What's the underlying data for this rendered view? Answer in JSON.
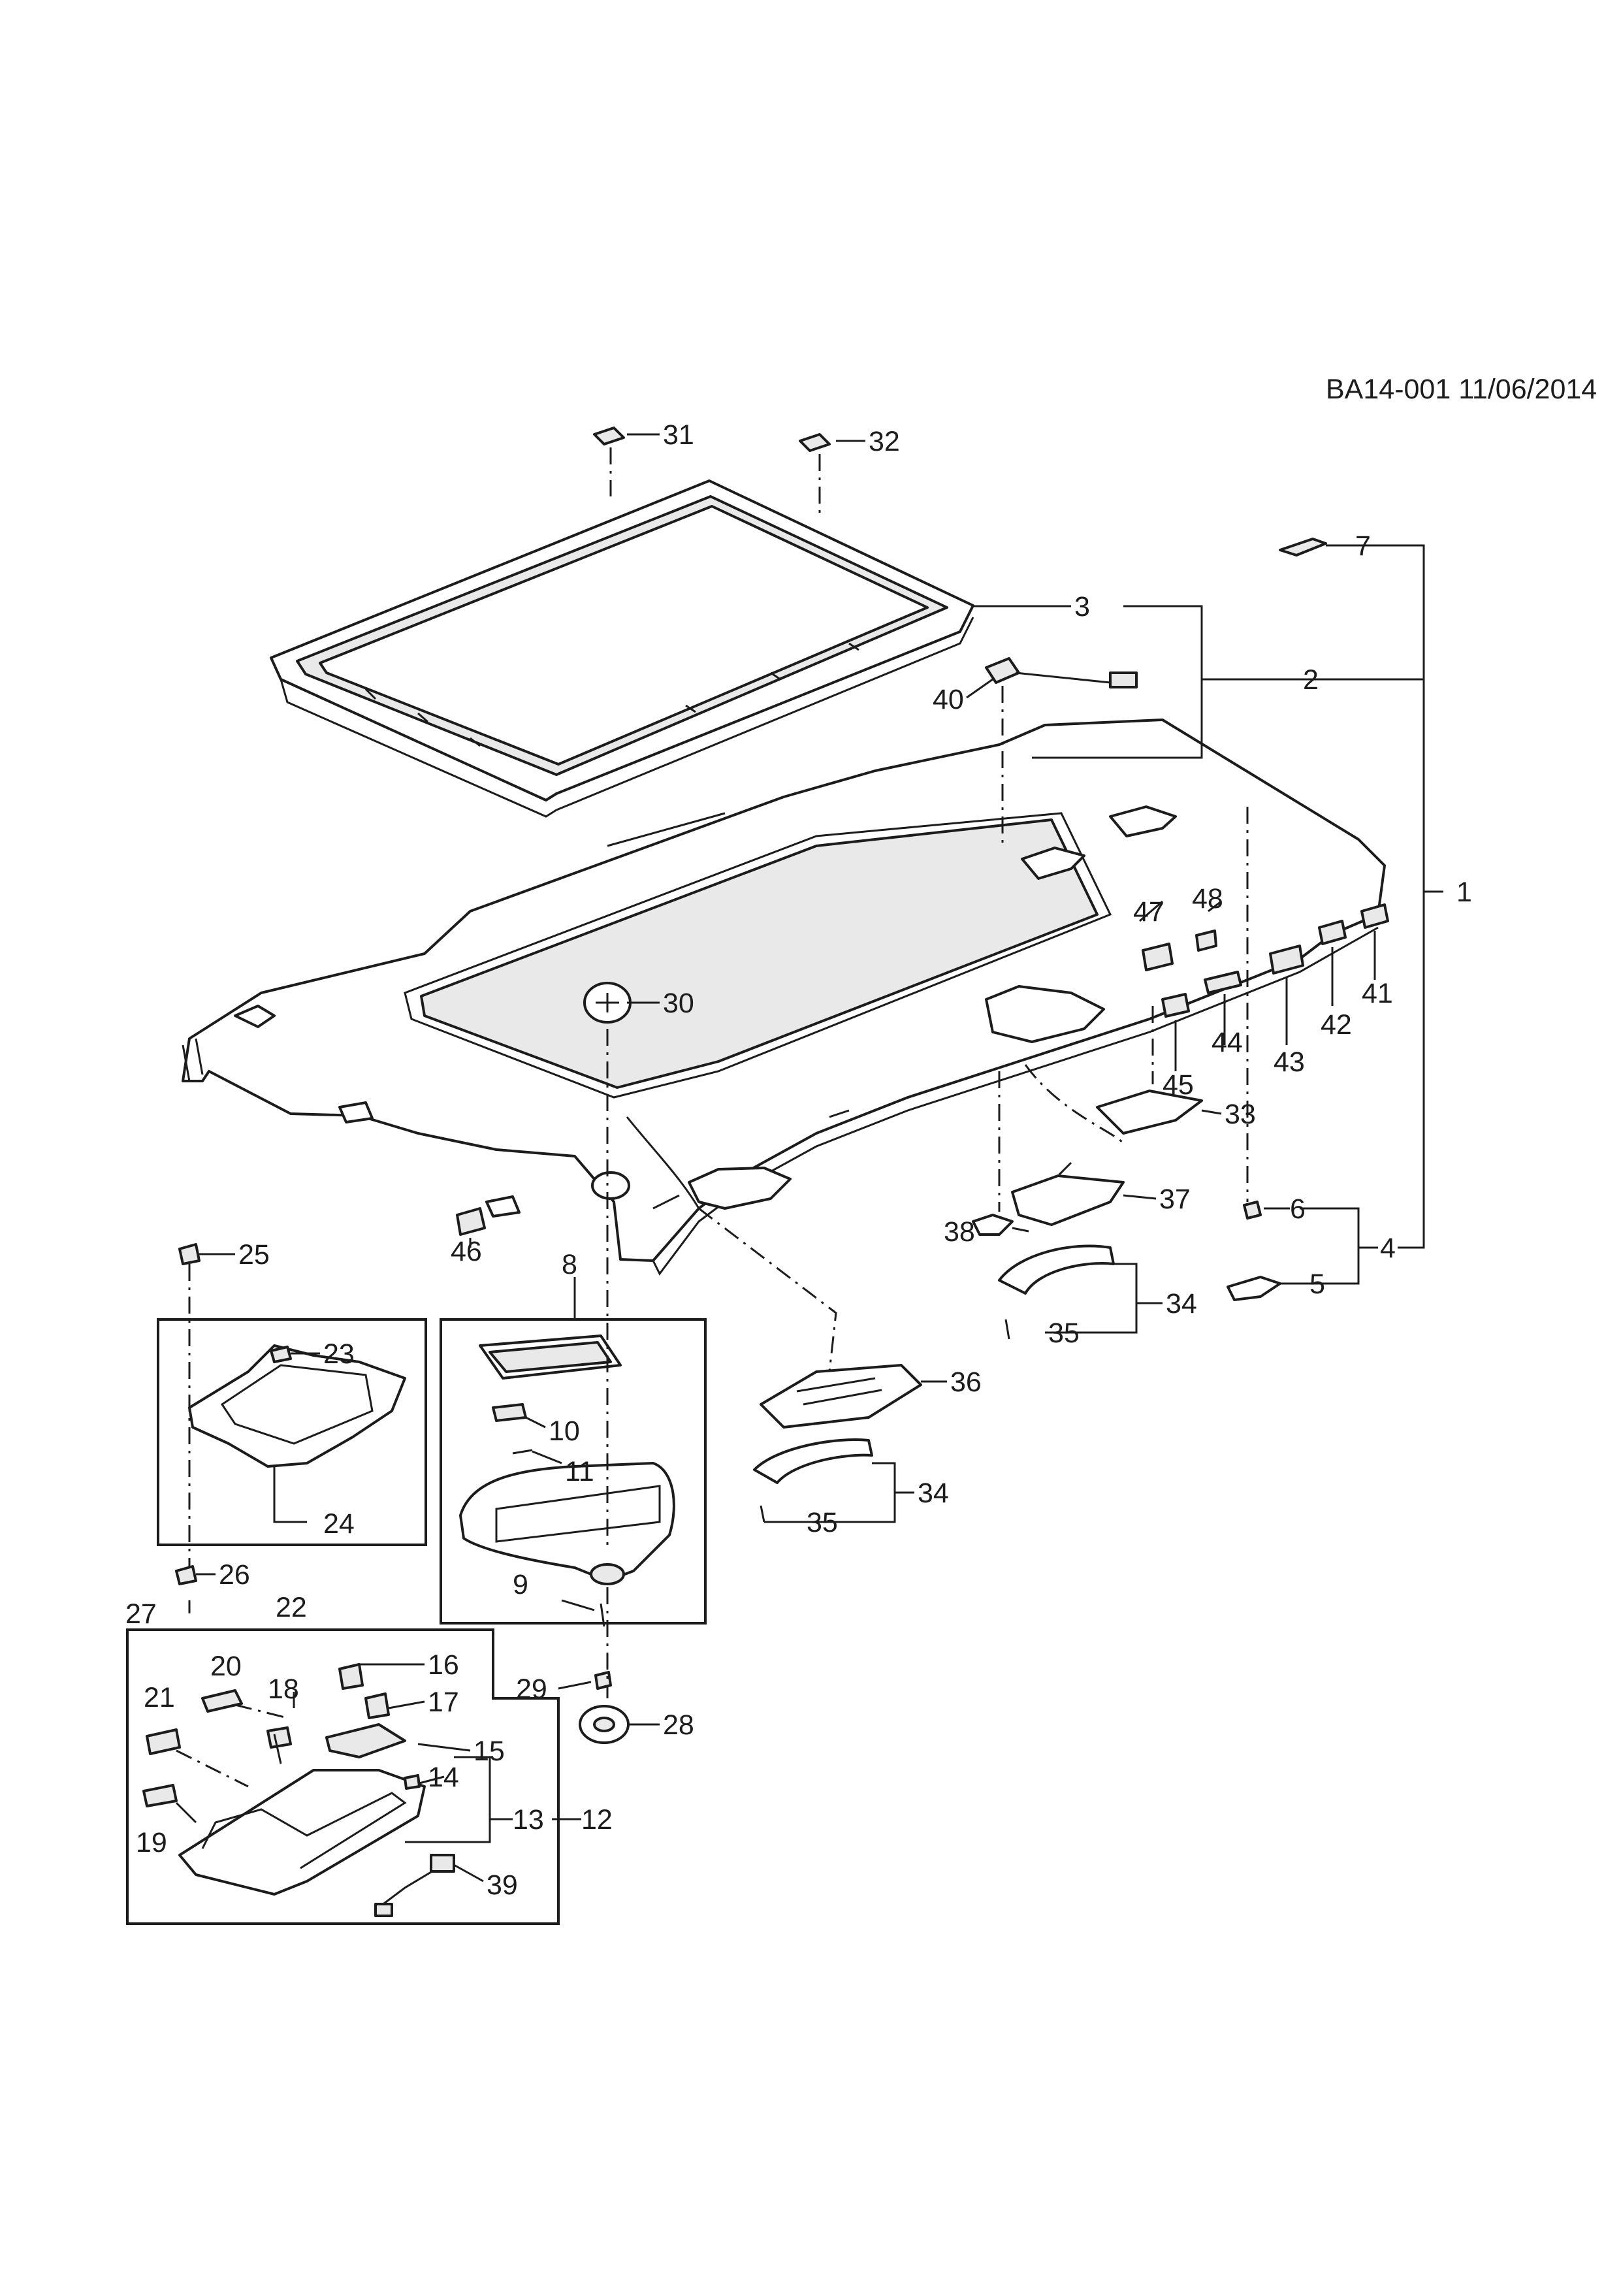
{
  "drawing_ref": "BA14-001 11/06/2014",
  "callouts": {
    "c1": "1",
    "c2": "2",
    "c3": "3",
    "c4": "4",
    "c5": "5",
    "c6": "6",
    "c7": "7",
    "c8": "8",
    "c9": "9",
    "c10": "10",
    "c11": "11",
    "c12": "12",
    "c13": "13",
    "c14": "14",
    "c15": "15",
    "c16": "16",
    "c17": "17",
    "c18": "18",
    "c19": "19",
    "c20": "20",
    "c21": "21",
    "c22": "22",
    "c23": "23",
    "c24": "24",
    "c25": "25",
    "c26": "26",
    "c27": "27",
    "c28": "28",
    "c29": "29",
    "c30": "30",
    "c31": "31",
    "c32": "32",
    "c33": "33",
    "c34a": "34",
    "c34b": "34",
    "c35a": "35",
    "c35b": "35",
    "c36": "36",
    "c37": "37",
    "c38": "38",
    "c39": "39",
    "c40": "40",
    "c41": "41",
    "c42": "42",
    "c43": "43",
    "c44": "44",
    "c45": "45",
    "c46": "46",
    "c47": "47",
    "c48": "48"
  }
}
